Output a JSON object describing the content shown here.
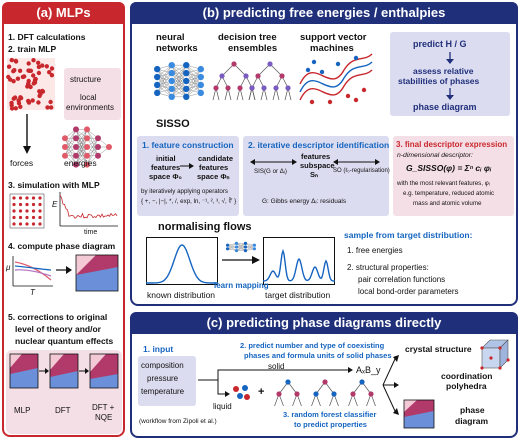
{
  "panel_a": {
    "header": "(a) MLPs",
    "steps": [
      "1. DFT calculations",
      "2. train MLP",
      "3. simulation with MLP",
      "4. compute phase diagram",
      "5. corrections to original",
      "level of theory and/or",
      "nuclear quantum effects"
    ],
    "structure_label": "structure",
    "local_label": "local",
    "env_label": "environments",
    "forces": "forces",
    "energies": "energies",
    "e_axis": "E",
    "time_axis": "time",
    "mu_axis": "μ",
    "t_axis": "T",
    "corr_labels": [
      "MLP",
      "DFT",
      "DFT +",
      "NQE"
    ]
  },
  "panel_b": {
    "header": "(b) predicting free energies / enthalpies",
    "nn": [
      "neural",
      "networks"
    ],
    "dt": [
      "decision tree",
      "ensembles"
    ],
    "svm": [
      "support vector",
      "machines"
    ],
    "predict": "predict H / G",
    "assess": [
      "assess relative",
      "stabilities of phases"
    ],
    "phase": "phase diagram",
    "sisso": "SISSO",
    "s1_title": "1. feature construction",
    "initial": [
      "initial",
      "features",
      "space Φ₀"
    ],
    "candidate": [
      "candidate",
      "features",
      "space Φₙ"
    ],
    "operators": [
      "by iteratively applying operators",
      "{ +, −, |−|, *, /, exp, ln, ⁻¹, ², ³, √, ∛ }"
    ],
    "s2_title": "2. iterative descriptor identification",
    "subspace": [
      "features",
      "subspace",
      "Sₙ"
    ],
    "sis": "SIS(G or Δᵢ)",
    "so": "SO (ℓ₀-regularisation)",
    "legend": "G: Gibbs energy      Δᵢ: residuals",
    "s3_title": "3. final descriptor expression",
    "ndim": "n-dimensional descriptor:",
    "formula": "G_SISSO(φ) = Σⁿ cᵢ φᵢ",
    "relevant": [
      "with the most relevant features, φᵢ",
      "e.g. temperature, reduced atomic",
      "mass and atomic volume"
    ],
    "flows": "normalising flows",
    "known": "known distribution",
    "learn": "learn mapping",
    "target": "target distribution",
    "sample": "sample from target distribution:",
    "s_items": [
      "1. free energies",
      "2. structural properties:",
      "pair correlation functions",
      "local bond-order parameters"
    ]
  },
  "panel_c": {
    "header": "(c) predicting phase diagrams directly",
    "input": "1. input",
    "inputs": [
      "composition",
      "pressure",
      "temperature"
    ],
    "workflow": "(workflow from Zipoli et al.)",
    "p2": [
      "2. predict number and type of coexisting",
      "phases and formula units of solid phases"
    ],
    "solid": "solid",
    "liquid": "liquid",
    "axby": "AₓB_y",
    "p3": [
      "3. random forest classifier",
      "to predict properties"
    ],
    "crystal": "crystal structure",
    "coord": [
      "coordination",
      "polyhedra"
    ],
    "phase": [
      "phase",
      "diagram"
    ]
  },
  "colors": {
    "red": "#c8282d",
    "navy": "#1f2f7a",
    "pink": "#f5dfe6",
    "lavender": "#dcdcf0",
    "blue": "#1565c0"
  }
}
